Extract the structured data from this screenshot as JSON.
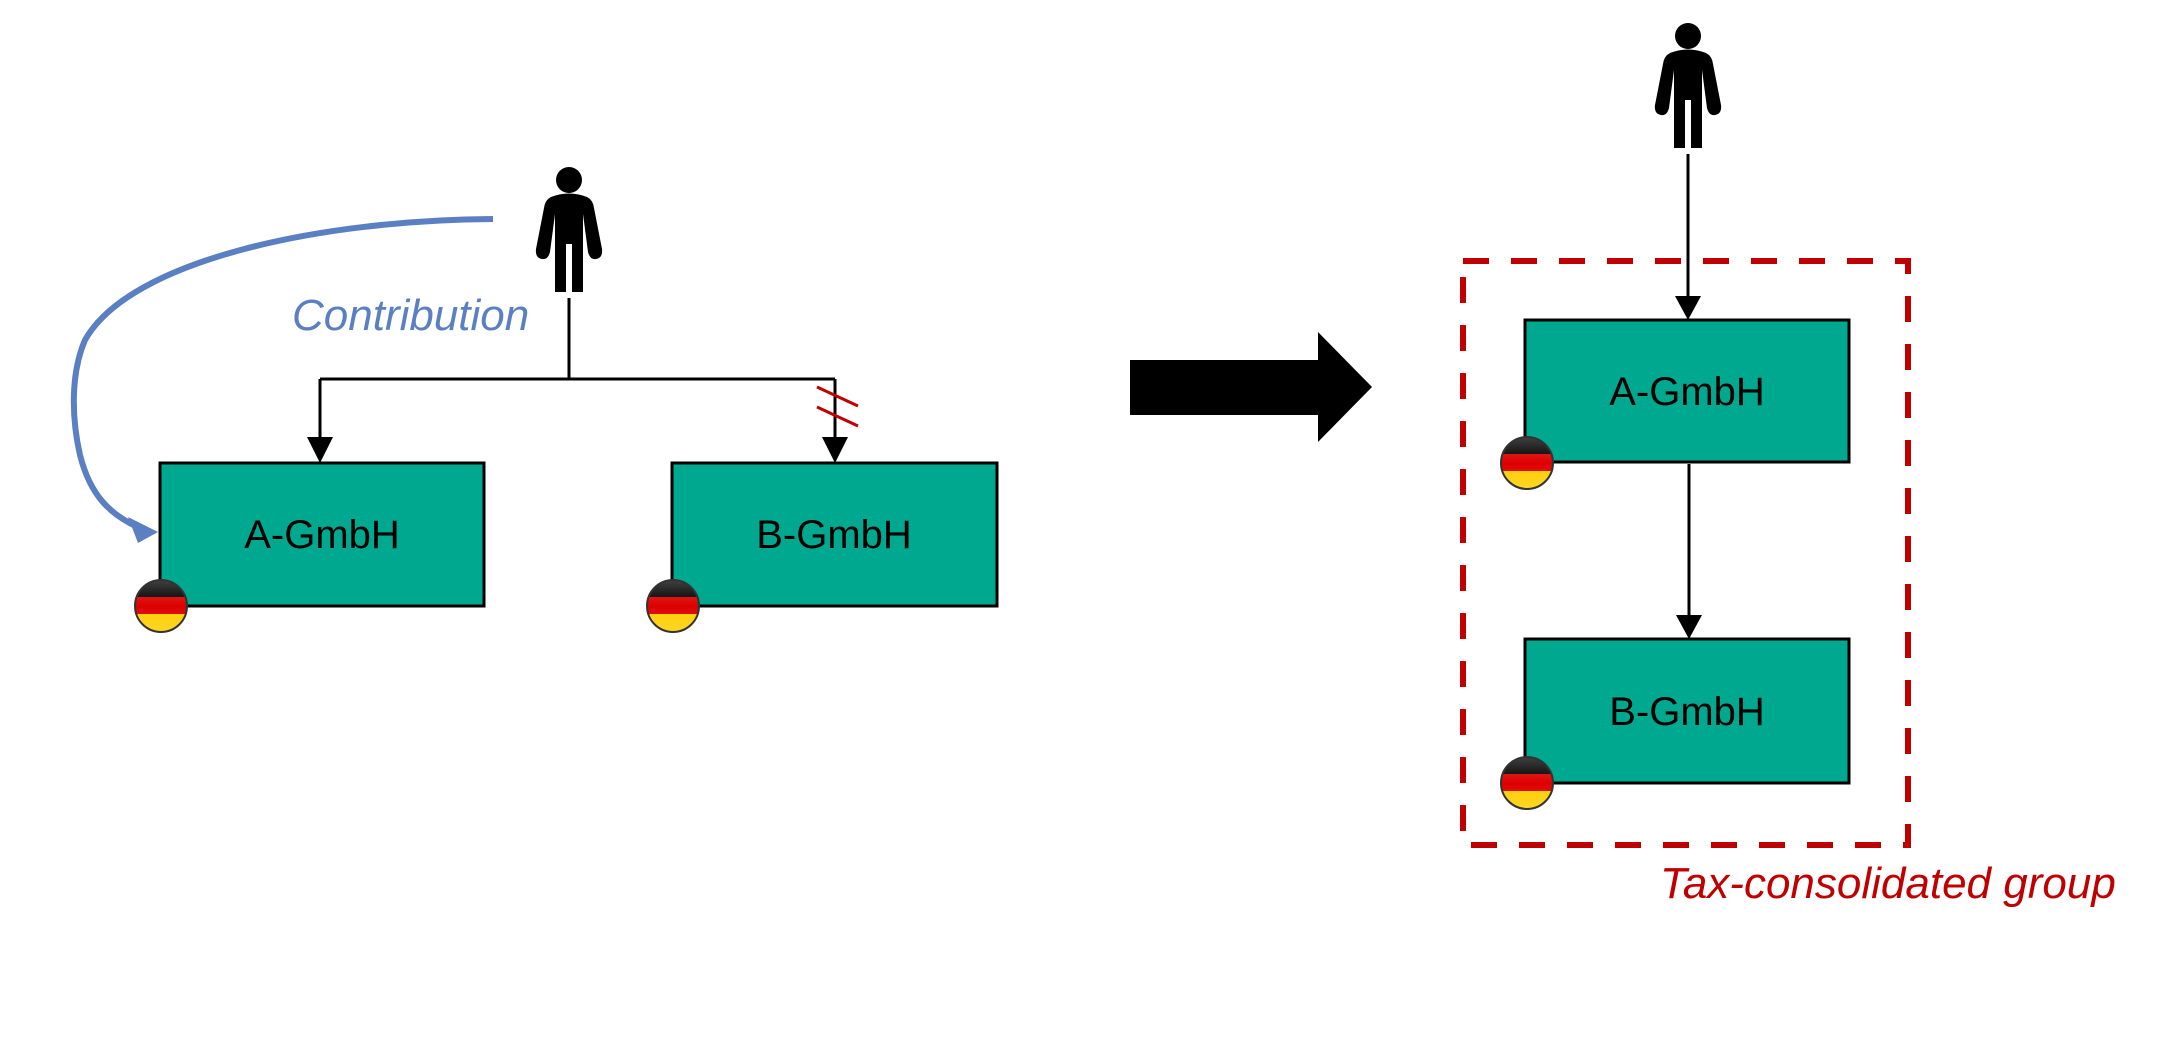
{
  "diagram": {
    "title": "",
    "before": {
      "owner": {
        "icon": "person-icon"
      },
      "contribution_label": "Contribution",
      "companies": [
        {
          "name": "A-GmbH",
          "country_flag": "germany-flag-icon"
        },
        {
          "name": "B-GmbH",
          "country_flag": "germany-flag-icon"
        }
      ],
      "edges": [
        {
          "from": "owner",
          "to": "A-GmbH",
          "type": "ownership"
        },
        {
          "from": "owner",
          "to": "B-GmbH",
          "type": "ownership-cut",
          "marker": "double-slash"
        },
        {
          "from": "owner",
          "to": "A-GmbH",
          "type": "contribution"
        }
      ]
    },
    "transition_arrow": "right-arrow-icon",
    "after": {
      "owner": {
        "icon": "person-icon"
      },
      "companies": [
        {
          "name": "A-GmbH",
          "country_flag": "germany-flag-icon"
        },
        {
          "name": "B-GmbH",
          "country_flag": "germany-flag-icon"
        }
      ],
      "edges": [
        {
          "from": "owner",
          "to": "A-GmbH",
          "type": "ownership"
        },
        {
          "from": "A-GmbH",
          "to": "B-GmbH",
          "type": "ownership"
        }
      ],
      "group_label": "Tax-consolidated group"
    },
    "colors": {
      "box_fill": "#00a88f",
      "contribution": "#5a7fc2",
      "group_border": "#c00000",
      "cut_marker": "#c00000",
      "flag_black": "#000000",
      "flag_red": "#dd0000",
      "flag_gold": "#ffce00"
    }
  }
}
